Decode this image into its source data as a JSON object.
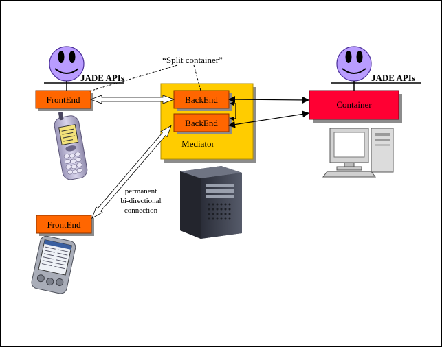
{
  "labels": {
    "split_container": "“Split container”",
    "jade_apis_left": "JADE APIs",
    "jade_apis_right": "JADE APIs",
    "frontend_phone": "FrontEnd",
    "frontend_pda": "FrontEnd",
    "backend_top": "BackEnd",
    "backend_bottom": "BackEnd",
    "mediator": "Mediator",
    "container": "Container",
    "connection_line1": "permanent",
    "connection_line2": "bi-directional",
    "connection_line3": "connection"
  },
  "colors": {
    "frontend": "#ff6600",
    "backend": "#ff6600",
    "mediator": "#ffcc00",
    "container": "#ff0033",
    "smiley": "#b99cff",
    "shadow": "#8c8c8c"
  },
  "icons": [
    "smiley-user-icon",
    "mobile-phone-icon",
    "pda-icon",
    "server-tower-icon",
    "desktop-computer-icon"
  ]
}
